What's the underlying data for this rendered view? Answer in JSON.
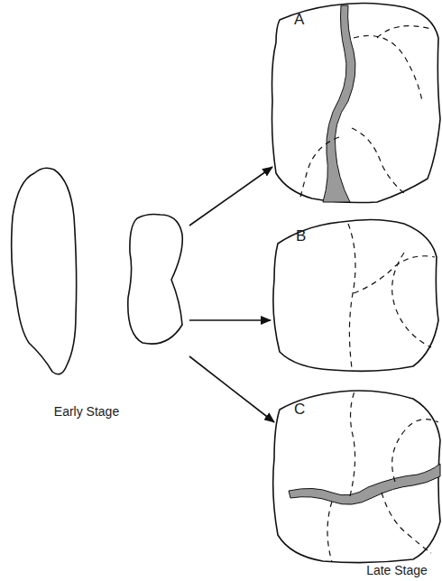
{
  "diagram": {
    "nodes": [
      {
        "text": [
          "Early Stage"
        ]
      },
      {
        "text": [
          "A"
        ]
      },
      {
        "text": [
          "B"
        ]
      },
      {
        "text": [
          "C"
        ]
      }
    ],
    "edges": [
      {
        "from": 0,
        "to": 1,
        "arrow": "to"
      },
      {
        "from": 0,
        "to": 2,
        "arrow": "to"
      },
      {
        "from": 0,
        "to": 3,
        "arrow": "to"
      }
    ],
    "labels": [
      "Late Stage"
    ]
  }
}
